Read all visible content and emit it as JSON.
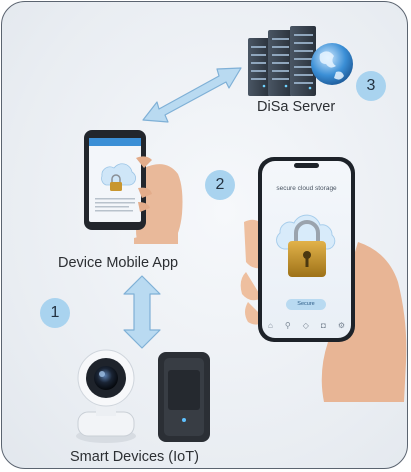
{
  "labels": {
    "server": "DiSa Server",
    "mobile_app": "Device Mobile App",
    "iot": "Smart Devices (IoT)"
  },
  "steps": [
    "1",
    "2",
    "3"
  ],
  "phone_screen": {
    "title": "secure cloud storage",
    "button": "Secure"
  },
  "colors": {
    "arrow": "#b9daf1",
    "badge": "#a9d3ef",
    "border": "#5b6470"
  }
}
